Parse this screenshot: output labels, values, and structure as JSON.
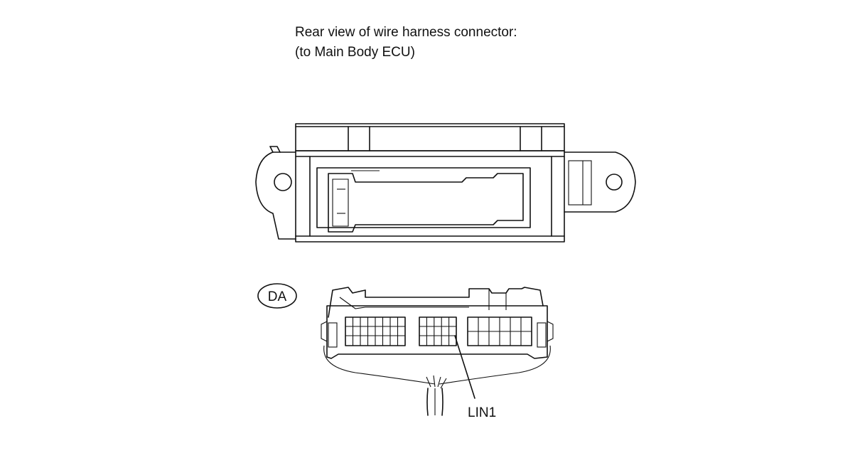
{
  "caption": {
    "line1": "Rear view of wire harness connector:",
    "line2": "(to Main Body ECU)"
  },
  "connector_code": "DA",
  "terminal_label": "LIN1"
}
